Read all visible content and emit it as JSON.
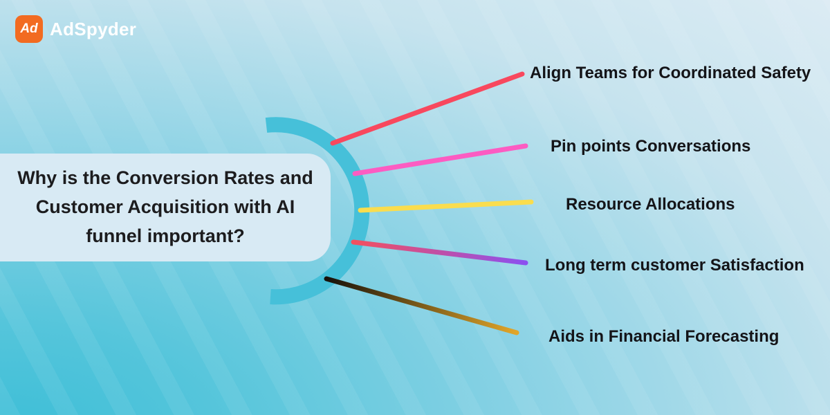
{
  "brand": {
    "name": "AdSpyder",
    "icon_text": "Ad",
    "icon_bg": "#f26b21",
    "text_color": "#ffffff"
  },
  "question": {
    "text": "Why is the Conversion Rates and Customer Acquisition with AI funnel important?"
  },
  "diagram": {
    "arc_color": "#46c0d9",
    "box_bg": "#d8eaf4",
    "items": [
      {
        "label": "Align Teams for Coordinated Safety",
        "line_from": "#f8485e",
        "line_to": "#f8485e"
      },
      {
        "label": "Pin points Conversations",
        "line_from": "#fc5cc2",
        "line_to": "#fc5cc2"
      },
      {
        "label": "Resource Allocations",
        "line_from": "#fadd4e",
        "line_to": "#fadd4e"
      },
      {
        "label": "Long term customer Satisfaction",
        "line_from": "#f4505e",
        "line_to": "#8b50f0"
      },
      {
        "label": "Aids in Financial Forecasting",
        "line_from": "#17110a",
        "line_to": "#e2a62a"
      }
    ]
  }
}
